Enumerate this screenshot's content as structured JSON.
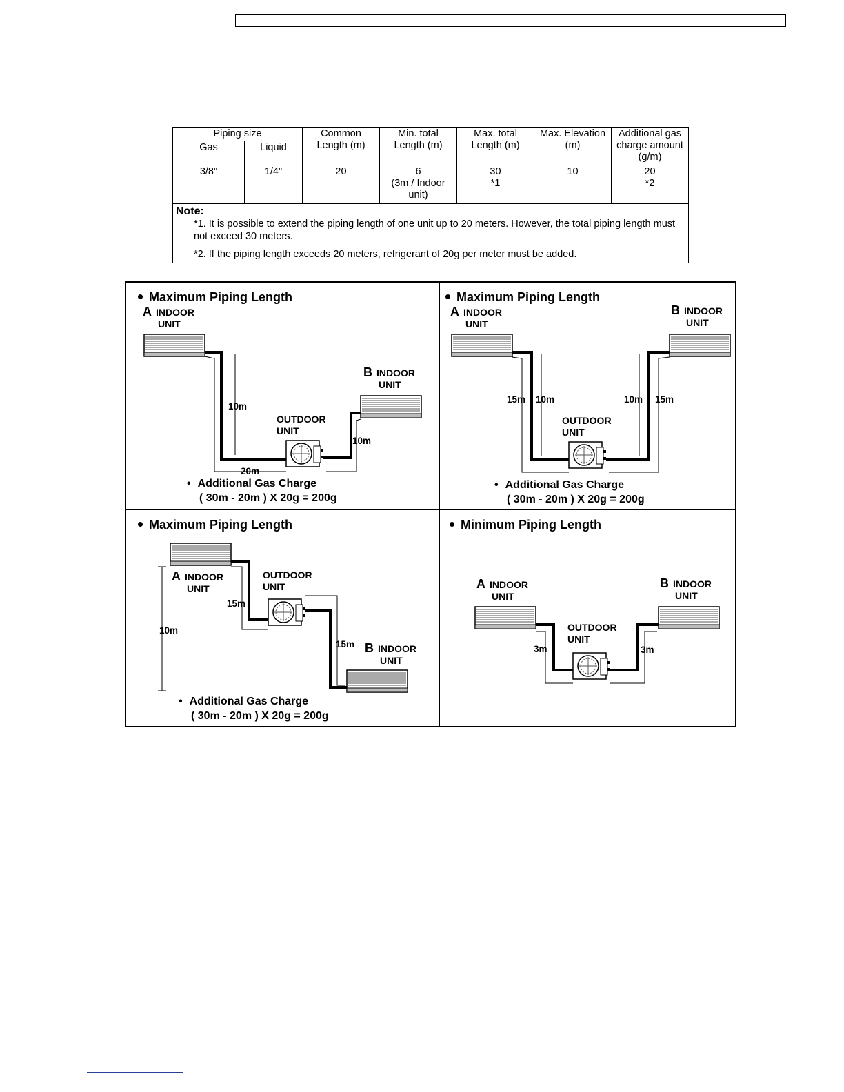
{
  "table": {
    "piping_size": "Piping size",
    "gas": "Gas",
    "liquid": "Liquid",
    "common_length": "Common\nLength (m)",
    "min_total": "Min. total\nLength (m)",
    "max_total": "Max. total\nLength (m)",
    "max_elevation": "Max. Elevation\n(m)",
    "additional_gas": "Additional gas\ncharge amount\n(g/m)",
    "row": {
      "gas": "3/8\"",
      "liquid": "1/4\"",
      "common": "20",
      "min_total": "6\n(3m / Indoor\nunit)",
      "max_total": "30\n*1",
      "max_elevation": "10",
      "additional": "20\n*2"
    },
    "note_title": "Note:",
    "note1": "*1. It is possible to extend the piping length of one unit up to 20 meters. However, the total piping length must not exceed 30 meters.",
    "note2": "*2. If the piping length exceeds 20 meters, refrigerant of 20g per meter must be added."
  },
  "diagrams": {
    "labels": {
      "a": "A",
      "b": "B",
      "indoor": "INDOOR",
      "outdoor": "OUTDOOR",
      "unit": "UNIT"
    },
    "panel1": {
      "title": "Maximum Piping Length",
      "d_vert": "10m",
      "d_horiz": "20m",
      "d_right": "10m",
      "charge_bullet": "•",
      "charge_label": "Additional Gas Charge",
      "charge_formula": "( 30m - 20m ) X 20g = 200g"
    },
    "panel2": {
      "title": "Maximum Piping Length",
      "d_left_outer": "15m",
      "d_left_inner": "10m",
      "d_right_inner": "10m",
      "d_right_outer": "15m",
      "charge_bullet": "•",
      "charge_label": "Additional Gas Charge",
      "charge_formula": "( 30m - 20m ) X 20g = 200g"
    },
    "panel3": {
      "title": "Maximum Piping Length",
      "d_left": "15m",
      "d_elev": "10m",
      "d_right": "15m",
      "charge_bullet": "•",
      "charge_label": "Additional Gas Charge",
      "charge_formula": "( 30m - 20m ) X 20g = 200g"
    },
    "panel4": {
      "title": "Minimum Piping Length",
      "d_left": "3m",
      "d_right": "3m"
    }
  }
}
